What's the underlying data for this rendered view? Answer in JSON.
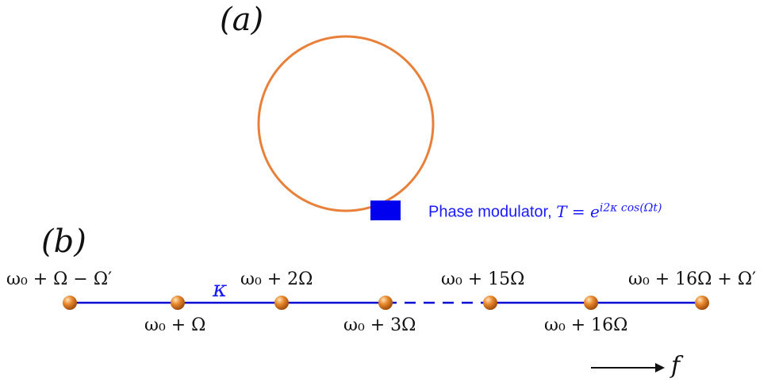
{
  "panel_a": {
    "label": "(a)",
    "ring_color": "#e8803a",
    "modulator_color": "#0000ee",
    "modulator_text": "Phase modulator, ",
    "modulator_equation_base": "T = e",
    "modulator_equation_exponent": "i2κ cos(Ωt)"
  },
  "panel_b": {
    "label": "(b)",
    "coupling_label": "κ",
    "arrow_label": "f",
    "line_color": "#0b0bd6",
    "node_color": "#d9771f",
    "nodes": [
      {
        "label": "ω₀ + Ω − Ω′",
        "label_side": "top"
      },
      {
        "label": "ω₀ + Ω",
        "label_side": "bottom"
      },
      {
        "label": "ω₀ + 2Ω",
        "label_side": "top"
      },
      {
        "label": "ω₀ + 3Ω",
        "label_side": "bottom"
      },
      {
        "label": "ω₀ + 15Ω",
        "label_side": "top"
      },
      {
        "label": "ω₀ + 16Ω",
        "label_side": "bottom"
      },
      {
        "label": "ω₀ + 16Ω + Ω′",
        "label_side": "top"
      }
    ]
  }
}
